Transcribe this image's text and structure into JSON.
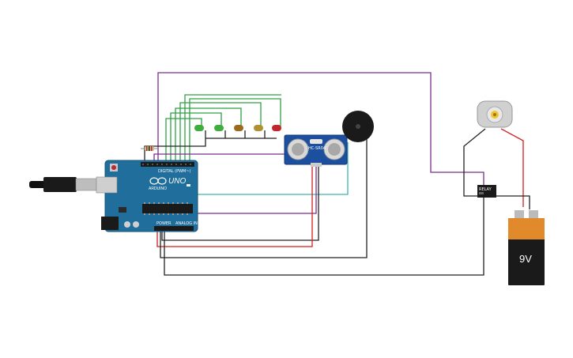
{
  "diagram": {
    "battery_label": "9V",
    "board_model": "UNO",
    "board_brand": "ARDUINO",
    "board_header_digital": "DIGITAL (PWM~)",
    "board_header_power": "POWER",
    "board_header_analog": "ANALOG IN",
    "sensor_label": "HC-SR04",
    "relay_label": "RELAY",
    "wire_colors": {
      "green": "#2ea043",
      "black": "#222222",
      "red": "#d11f1f",
      "purple": "#7b2d8e",
      "teal": "#3db5b0"
    },
    "led_colors": [
      "#3fae3f",
      "#3fae3f",
      "#9c6a1f",
      "#b09030",
      "#c0262b"
    ]
  }
}
